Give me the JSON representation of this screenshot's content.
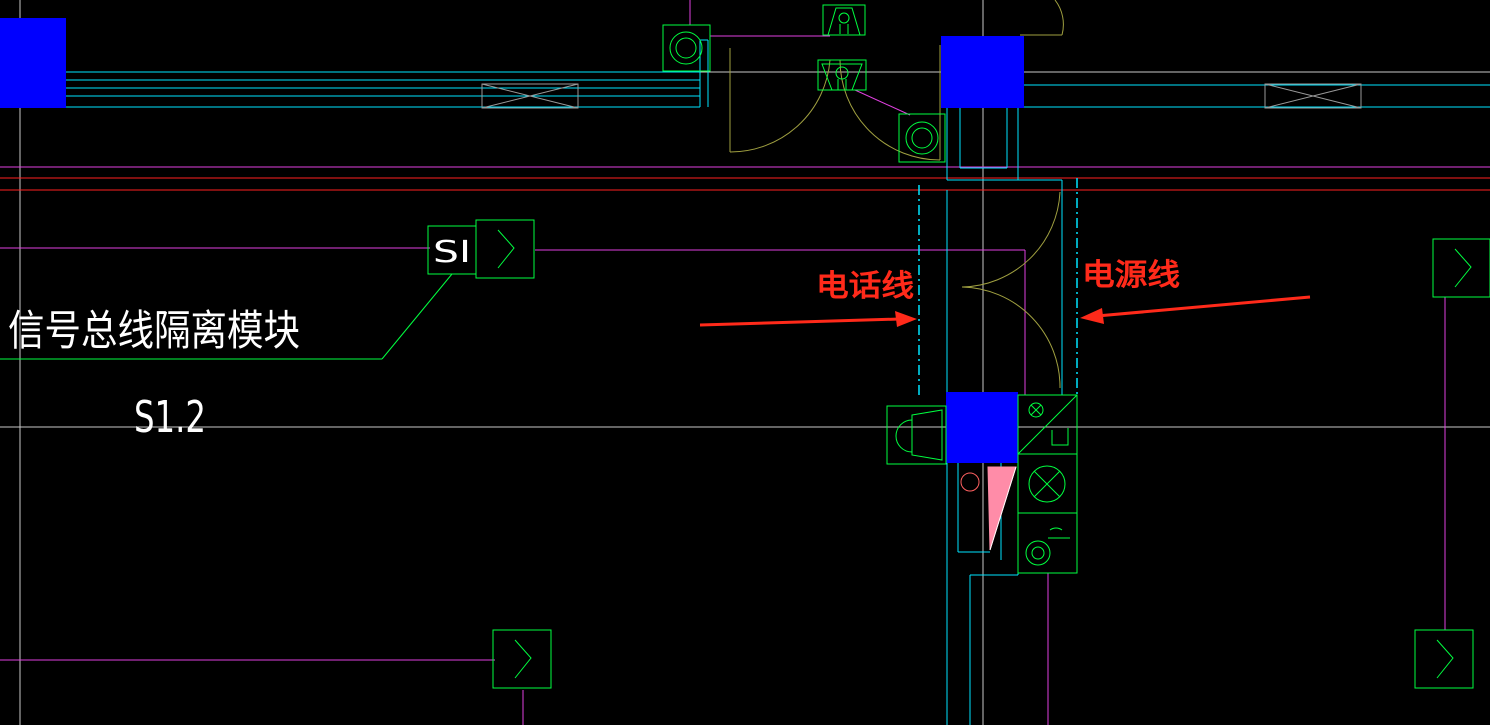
{
  "annotations": {
    "phone_line_label": "电话线",
    "power_line_label": "电源线"
  },
  "symbols": {
    "module_code": "SI",
    "isolation_module_text": "信号总线隔离模块",
    "module_ref": "S1.2"
  },
  "colors": {
    "background": "#000000",
    "wall_cyan": "#00e5ff",
    "grid_white": "#c8c8c8",
    "magenta": "#e040e0",
    "green": "#00ff40",
    "red": "#ff2020",
    "blue_column": "#0000ff",
    "pink_fill": "#ff8ca8",
    "olive": "#a0a040",
    "annotation_red": "#ff2a1a"
  }
}
